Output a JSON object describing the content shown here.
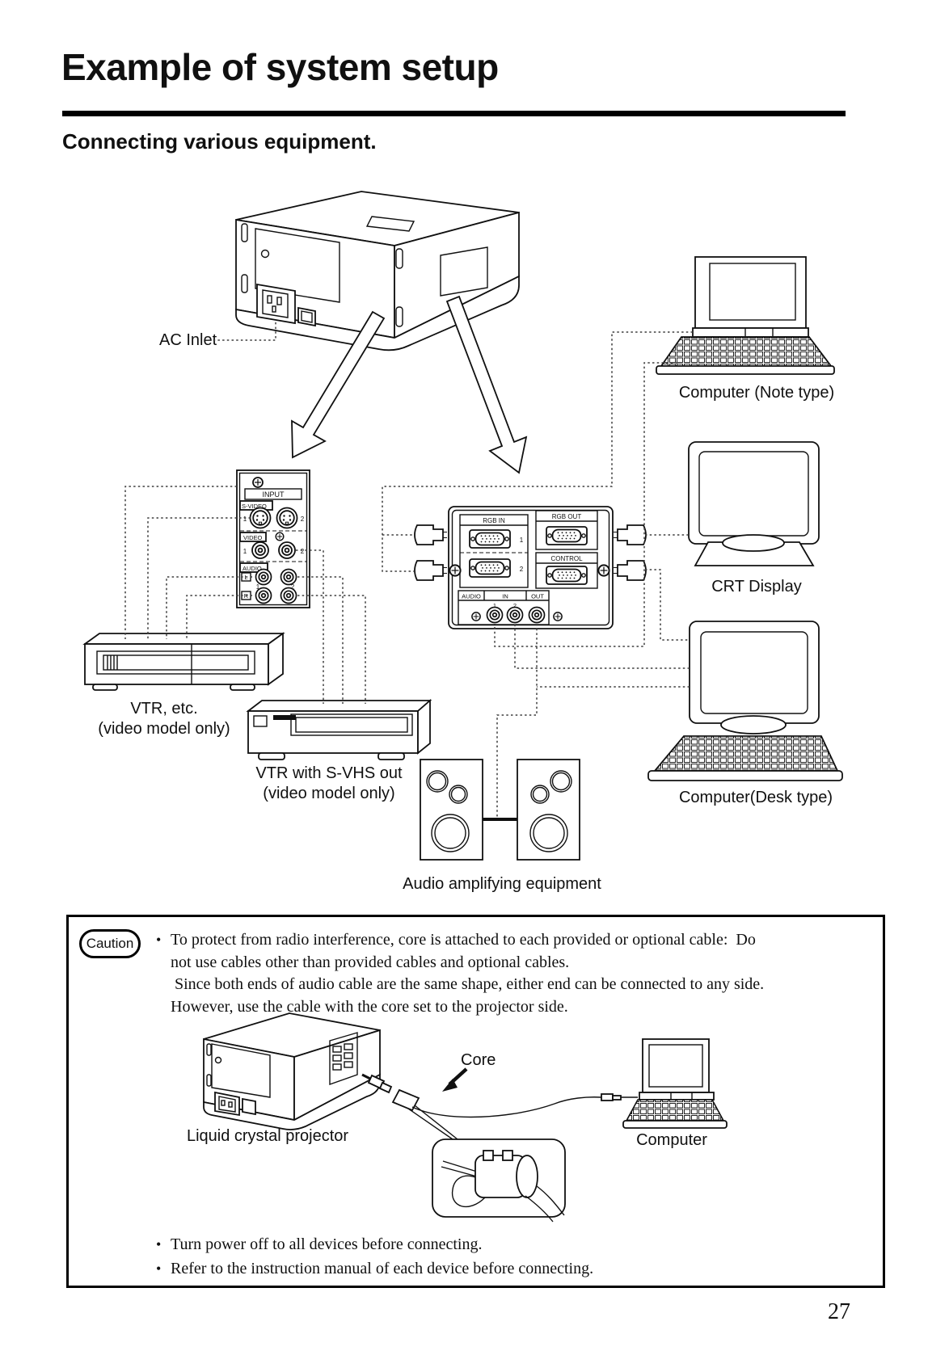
{
  "header": {
    "title": "Example of system setup",
    "subtitle": "Connecting various equipment."
  },
  "diagram": {
    "labels": {
      "ac_inlet": "AC Inlet",
      "computer_note": "Computer (Note type)",
      "crt_display": "CRT Display",
      "vtr1_line1": "VTR, etc.",
      "vtr1_line2": "(video model only)",
      "vtr2_line1": "VTR with S-VHS out",
      "vtr2_line2": "(video model only)",
      "computer_desk": "Computer(Desk type)",
      "audio_amp": "Audio amplifying equipment"
    },
    "input_panel": {
      "header": "INPUT",
      "s_video": "S-VIDEO",
      "video": "VIDEO",
      "audio": "AUDIO",
      "left": "L",
      "right": "R",
      "n1": "1",
      "n2": "2"
    },
    "rgb_panel": {
      "rgb_in": "RGB IN",
      "rgb_out": "RGB OUT",
      "control": "CONTROL",
      "audio": "AUDIO",
      "in_label": "IN",
      "out_label": "OUT",
      "n1": "1",
      "n2": "2"
    }
  },
  "caution": {
    "badge": "Caution",
    "bullet_char": "•",
    "lines": [
      "To protect from radio interference, core is attached to each provided or optional cable:  Do",
      "not use cables other than provided cables and optional cables.",
      " Since both ends of audio cable are the same shape, either end can be connected to any side.",
      "However, use the cable with the core set to the projector side."
    ],
    "diagram_labels": {
      "core": "Core",
      "projector": "Liquid crystal projector",
      "computer": "Computer"
    },
    "bullets": [
      "Turn power off to all devices before connecting.",
      "Refer to the instruction manual of each device before connecting."
    ]
  },
  "footer": {
    "page_number": "27"
  }
}
